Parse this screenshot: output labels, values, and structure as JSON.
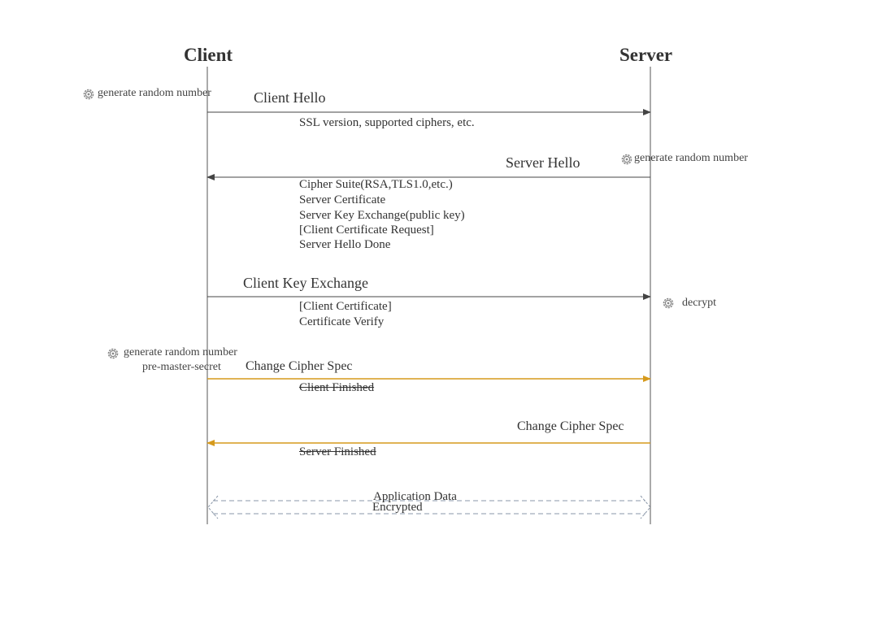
{
  "participants": {
    "client": "Client",
    "server": "Server"
  },
  "messages": {
    "client_hello": {
      "label": "Client Hello",
      "details": [
        "SSL version, supported ciphers, etc."
      ]
    },
    "server_hello": {
      "label": "Server Hello",
      "details": [
        "Cipher Suite(RSA,TLS1.0,etc.)",
        "Server Certificate",
        "Server Key Exchange(public key)",
        "[Client Certificate Request]",
        "Server Hello Done"
      ]
    },
    "client_key_exchange": {
      "label": "Client Key Exchange",
      "details": [
        "[Client Certificate]",
        "Certificate Verify"
      ]
    },
    "client_change_cipher": {
      "label": "Change Cipher Spec",
      "details": [
        "Client Finished"
      ]
    },
    "server_change_cipher": {
      "label": "Change Cipher Spec",
      "details": [
        "Server Finished"
      ]
    },
    "application_data": {
      "label": "Application Data",
      "sublabel": "Encrypted"
    }
  },
  "notes": {
    "client_random_1": "generate random number",
    "server_random": "generate random number",
    "server_decrypt": "decrypt",
    "client_random_2": "generate random number",
    "pre_master_secret": "pre-master-secret"
  },
  "colors": {
    "lifeline": "#555555",
    "arrow": "#444444",
    "cipher_arrow": "#d69a1c",
    "encrypted_arrow": "#8a97a8",
    "gear": "#888888"
  }
}
